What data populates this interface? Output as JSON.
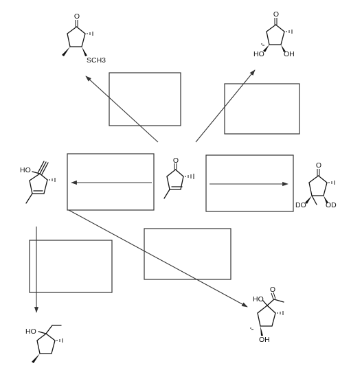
{
  "labels": {
    "top_left": {
      "o": "O",
      "sch3": "SCH3"
    },
    "top_right": {
      "o": "O",
      "ho": "HO",
      "oh": "OH"
    },
    "center": {
      "o": "O"
    },
    "left": {
      "ho": "HO"
    },
    "right": {
      "o": "O",
      "do_left": "DO",
      "od_right": "OD"
    },
    "bottom_right": {
      "o": "O",
      "ho_top": "HO",
      "oh_bottom": "OH"
    },
    "bottom_left": {
      "ho": "HO"
    }
  }
}
